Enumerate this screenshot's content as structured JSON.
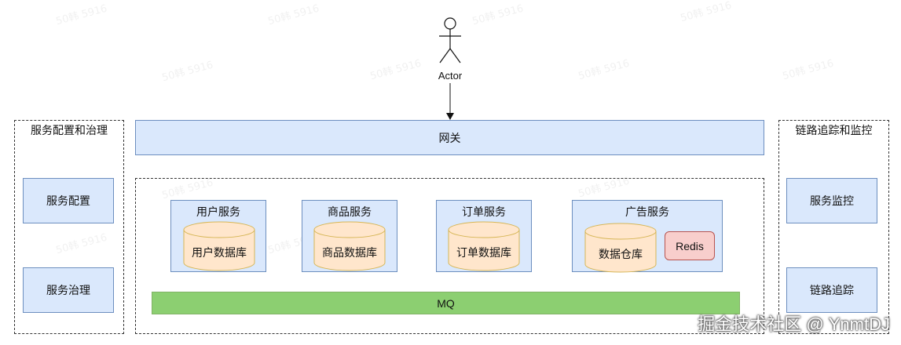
{
  "actor": {
    "label": "Actor"
  },
  "left_panel": {
    "title": "服务配置和治理",
    "items": [
      "服务配置",
      "服务治理"
    ]
  },
  "right_panel": {
    "title": "链路追踪和监控",
    "items": [
      "服务监控",
      "链路追踪"
    ]
  },
  "gateway": {
    "label": "网关"
  },
  "services": [
    {
      "title": "用户服务",
      "db": "用户数据库"
    },
    {
      "title": "商品服务",
      "db": "商品数据库"
    },
    {
      "title": "订单服务",
      "db": "订单数据库"
    },
    {
      "title": "广告服务",
      "db": "数据仓库",
      "cache": "Redis"
    }
  ],
  "mq": {
    "label": "MQ"
  },
  "watermark_text": "50韩 5916",
  "credit": "掘金技术社区 @ YnmtDJ",
  "colors": {
    "blue_fill": "#dae8fc",
    "blue_stroke": "#6c8ebf",
    "db_fill": "#ffe6cc",
    "db_stroke": "#d6b656",
    "mq_fill": "#8ccf71",
    "redis_fill": "#f8cecc"
  }
}
